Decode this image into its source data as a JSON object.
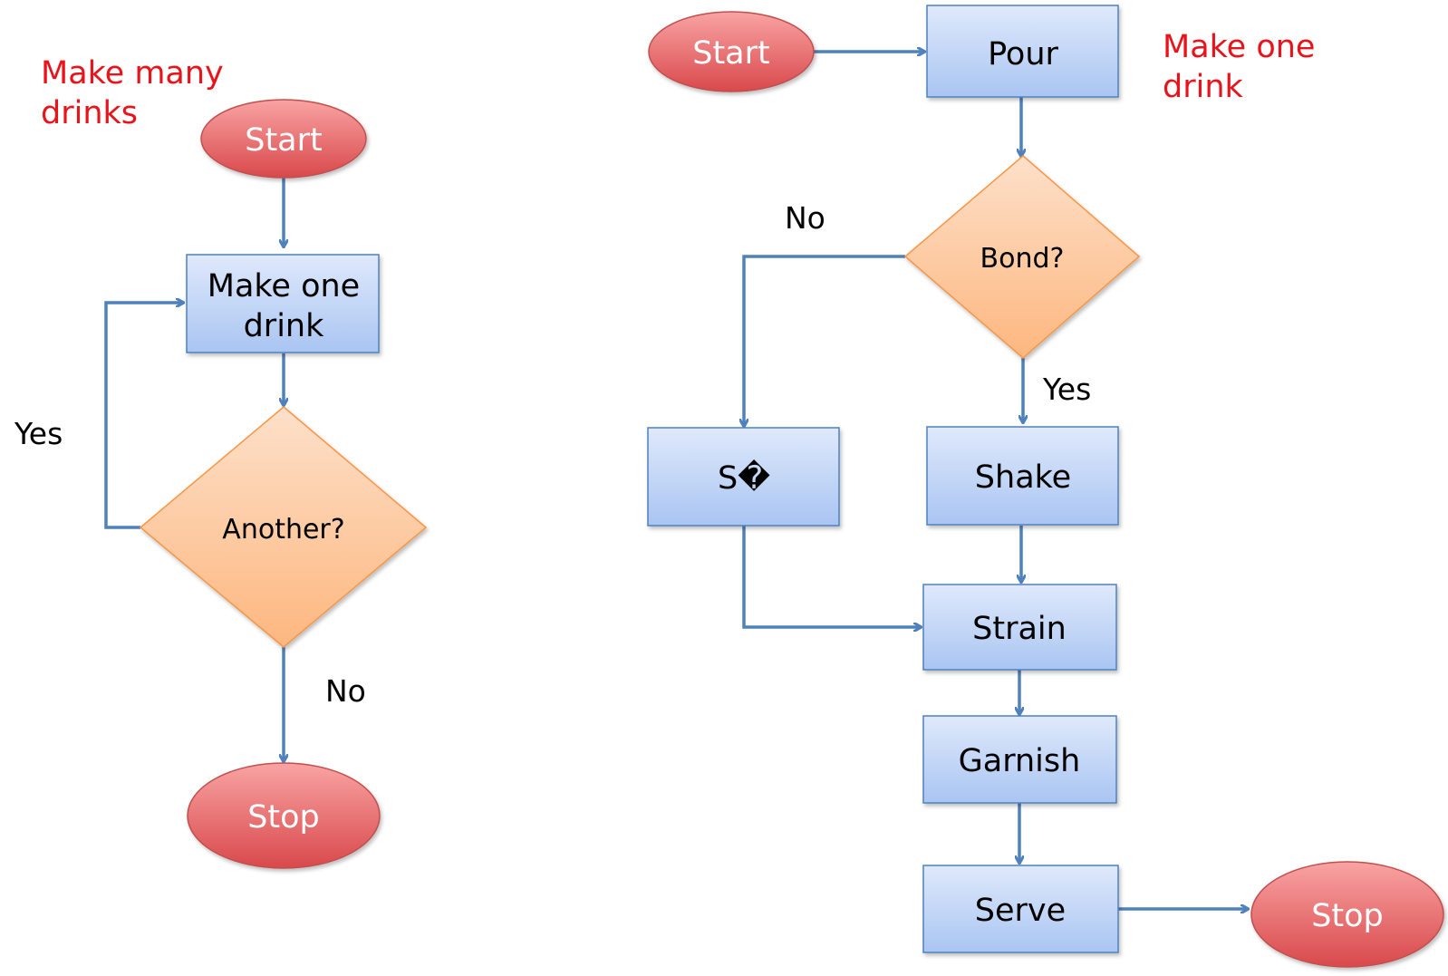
{
  "colors": {
    "arrow": "#4f81bd",
    "terminator_fill_top": "#f9a3a3",
    "terminator_fill_bottom": "#d9494b",
    "terminator_stroke": "#c0504d",
    "process_fill_top": "#dfe9fb",
    "process_fill_bottom": "#a9c5f2",
    "process_stroke": "#4f81bd",
    "decision_fill_top": "#fde0c9",
    "decision_fill_bottom": "#fdb77f",
    "decision_stroke": "#f79646",
    "title": "#e8141b"
  },
  "left_flow": {
    "title_line1": "Make many",
    "title_line2": "drinks",
    "start": "Start",
    "process_line1": "Make one",
    "process_line2": "drink",
    "decision": "Another?",
    "yes_label": "Yes",
    "no_label": "No",
    "stop": "Stop"
  },
  "right_flow": {
    "title_line1": "Make one",
    "title_line2": "drink",
    "start": "Start",
    "pour": "Pour",
    "decision": "Bond?",
    "no_label": "No",
    "yes_label": "Yes",
    "stir": "S�",
    "shake": "Shake",
    "strain": "Strain",
    "garnish": "Garnish",
    "serve": "Serve",
    "stop": "Stop"
  }
}
